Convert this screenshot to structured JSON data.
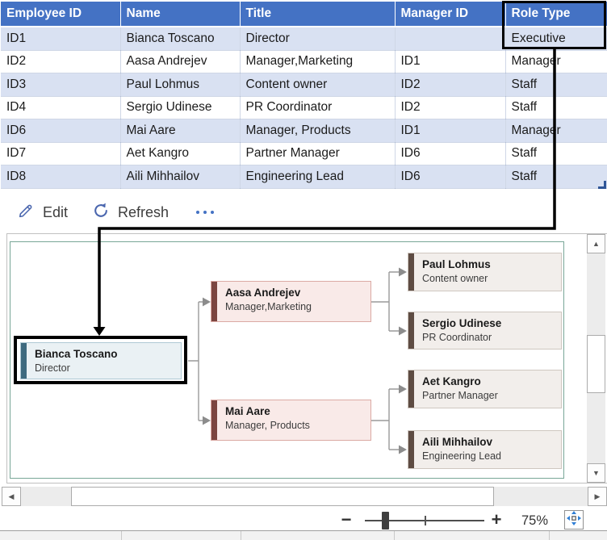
{
  "table": {
    "columns": [
      {
        "label": "Employee ID"
      },
      {
        "label": "Name"
      },
      {
        "label": "Title"
      },
      {
        "label": "Manager ID"
      },
      {
        "label": "Role Type"
      }
    ],
    "rows": [
      {
        "cells": [
          "ID1",
          "Bianca Toscano",
          "Director",
          "",
          "Executive"
        ]
      },
      {
        "cells": [
          "ID2",
          "Aasa Andrejev",
          "Manager,Marketing",
          "ID1",
          "Manager"
        ]
      },
      {
        "cells": [
          "ID3",
          "Paul Lohmus",
          "Content owner",
          "ID2",
          "Staff"
        ]
      },
      {
        "cells": [
          "ID4",
          "Sergio Udinese",
          "PR Coordinator",
          "ID2",
          "Staff"
        ]
      },
      {
        "cells": [
          "ID6",
          "Mai Aare",
          "Manager, Products",
          "ID1",
          "Manager"
        ]
      },
      {
        "cells": [
          "ID7",
          "Aet Kangro",
          "Partner Manager",
          "ID6",
          "Staff"
        ]
      },
      {
        "cells": [
          "ID8",
          "Aili Mihhailov",
          "Engineering Lead",
          "ID6",
          "Staff"
        ]
      }
    ]
  },
  "toolbar": {
    "edit_label": "Edit",
    "refresh_label": "Refresh"
  },
  "org_chart": {
    "nodes": [
      {
        "name": "Bianca Toscano",
        "title": "Director",
        "role_type": "Executive"
      },
      {
        "name": "Aasa Andrejev",
        "title": "Manager,Marketing",
        "role_type": "Manager"
      },
      {
        "name": "Mai Aare",
        "title": "Manager, Products",
        "role_type": "Manager"
      },
      {
        "name": "Paul Lohmus",
        "title": "Content owner",
        "role_type": "Staff"
      },
      {
        "name": "Sergio Udinese",
        "title": "PR Coordinator",
        "role_type": "Staff"
      },
      {
        "name": "Aet Kangro",
        "title": "Partner Manager",
        "role_type": "Staff"
      },
      {
        "name": "Aili Mihhailov",
        "title": "Engineering Lead",
        "role_type": "Staff"
      }
    ],
    "annotation": "black arrow links Role Type column (Executive) to Bianca Toscano shape"
  },
  "zoom_control": {
    "decrease": "−",
    "increase": "+",
    "zoom_level": "75%"
  },
  "colors": {
    "table_header": "#4472C4",
    "table_band": "#D9E1F2",
    "accent_blue": "#4472C4",
    "chart_border_teal": "#78A697",
    "executive_node": "#3E6A7F",
    "manager_node": "#7B4540",
    "staff_node": "#5E4C43",
    "annotation": "#000000"
  }
}
